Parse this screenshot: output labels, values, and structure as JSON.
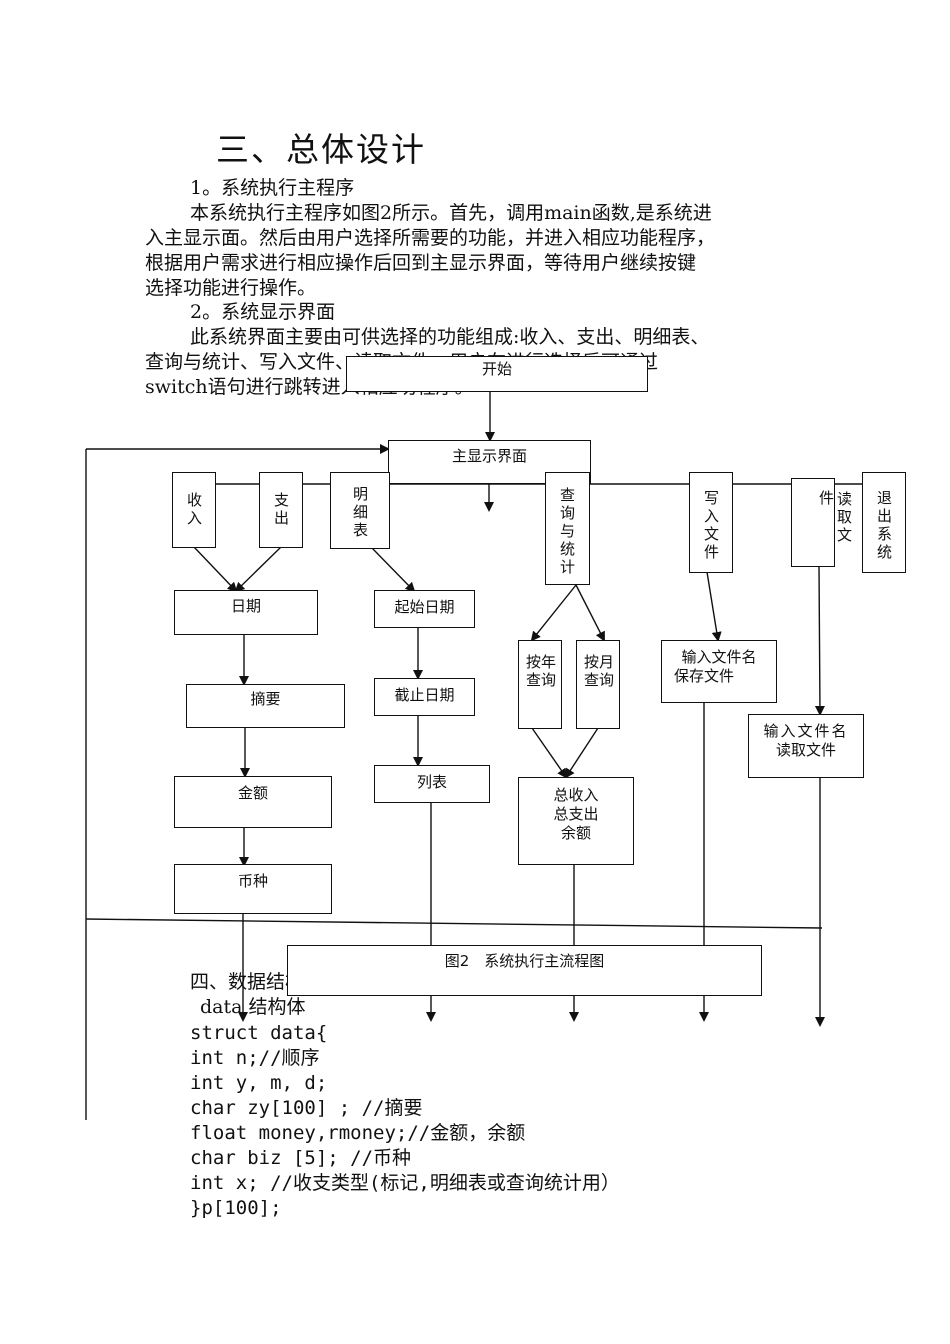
{
  "heading": "三、总体设计",
  "section1": {
    "title": "1。系统执行主程序",
    "lines": [
      "本系统执行主程序如图2所示。首先，调用main函数,是系统进",
      "入主显示面。然后由用户选择所需要的功能，并进入相应功能程序，",
      "根据用户需求进行相应操作后回到主显示界面，等待用户继续按键",
      "选择功能进行操作。"
    ]
  },
  "section2": {
    "title": "2。系统显示界面",
    "lines": [
      "此系统界面主要由可供选择的功能组成:收入、支出、明细表、",
      "查询与统计、写入文件、读取文件，用户在进行选择后可通过",
      "switch语句进行跳转进入相应功程序。"
    ]
  },
  "flowchart": {
    "start": "开始",
    "main_screen": "主显示界面",
    "income": "收入",
    "expense": "支出",
    "detail": "明细表",
    "query": "查询与统计",
    "write": "写入文件",
    "read_a": "件",
    "read_b": "读取文",
    "exit": "退出系统",
    "date": "日期",
    "summary": "摘要",
    "amount": "金额",
    "currency": "币种",
    "start_date": "起始日期",
    "end_date": "截止日期",
    "list": "列表",
    "by_year": "按年查询",
    "by_month": "按月查询",
    "totals": [
      "总收入",
      "总支出",
      "余额"
    ],
    "save_file": [
      "输入文件名",
      "保存文件"
    ],
    "read_file": [
      "输入文件名",
      "读取文件"
    ],
    "caption": "图2　系统执行主流程图"
  },
  "section4": {
    "title": "四、数据结构",
    "subtitle": "data 结构体",
    "code": [
      "struct data{",
      "  int n;//顺序",
      "  int y, m, d;",
      "  char zy[100] ;  //摘要",
      "  float money,rmoney;//金额，余额",
      "  char  biz [5];  //币种",
      "  int x; //收支类型(标记,明细表或查询统计用）",
      "  }p[100];"
    ]
  }
}
